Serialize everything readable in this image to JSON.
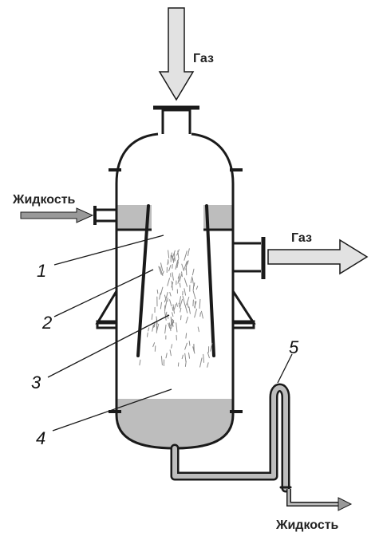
{
  "labels": {
    "gas_in": "Газ",
    "liquid_in": "Жидкость",
    "gas_out": "Газ",
    "liquid_out": "Жидкость"
  },
  "callouts": [
    "1",
    "2",
    "3",
    "4",
    "5"
  ],
  "colors": {
    "outline": "#1a1a1a",
    "liquid": "#bdbdbd",
    "arrow_fill": "#e2e2e2",
    "arrow_small": "#999999",
    "spray": "#8c8c8c"
  }
}
